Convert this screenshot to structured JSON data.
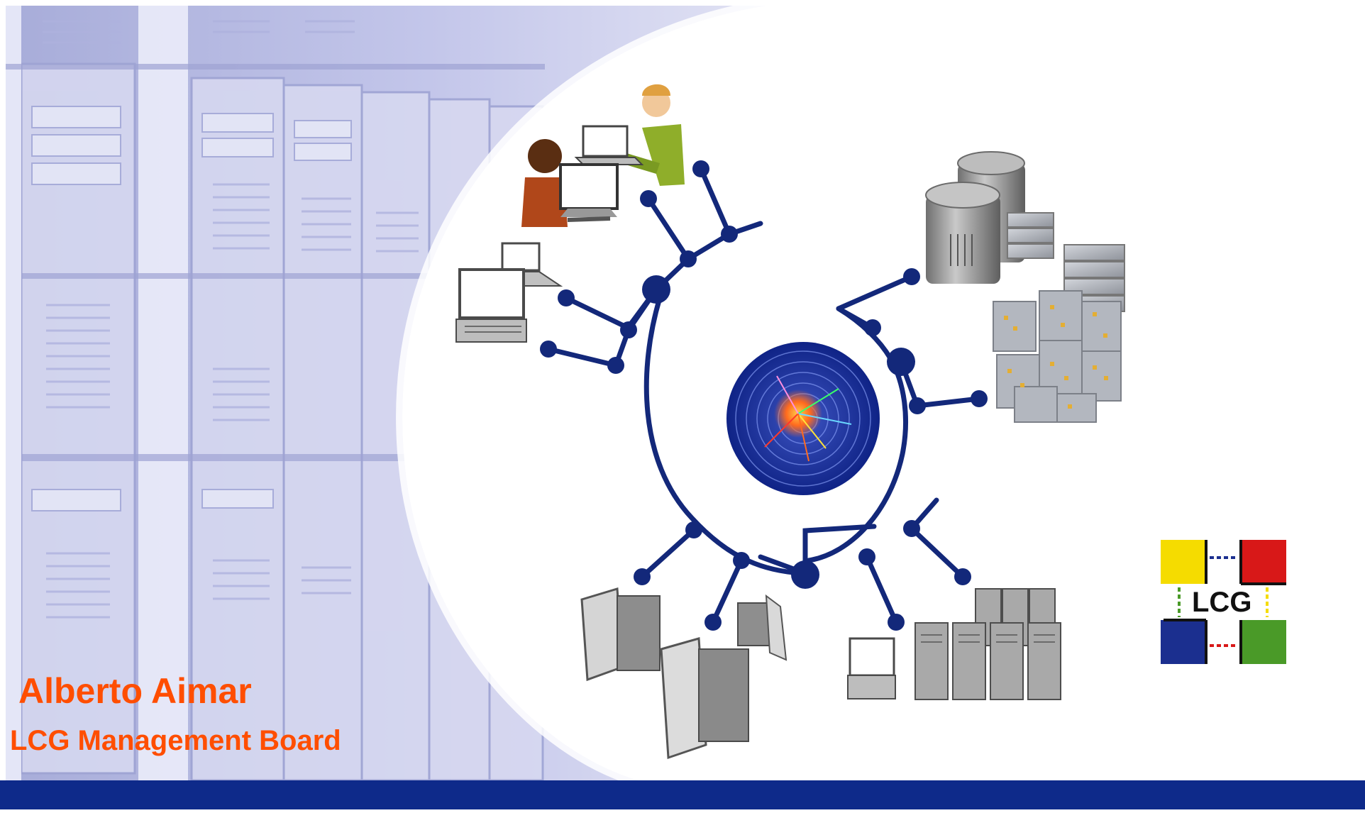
{
  "slide": {
    "author": "Alberto Aimar",
    "event": "LCG Management Board"
  },
  "logo": {
    "text": "LCG",
    "colors": {
      "top_left": "#f5dc00",
      "top_right": "#d81818",
      "bottom_left": "#1b2f8f",
      "bottom_right": "#4a9a28"
    }
  },
  "colors": {
    "network": "#13287a",
    "footer": "#0e2a8a",
    "text_accent": "#ff4e00",
    "server_room_tint": "#b9bde6"
  },
  "icons": [
    "users-icon",
    "laptops-icon",
    "storage-servers-icon",
    "compute-cluster-icon",
    "desktop-computers-icon",
    "server-rack-icon",
    "collision-event-icon"
  ]
}
